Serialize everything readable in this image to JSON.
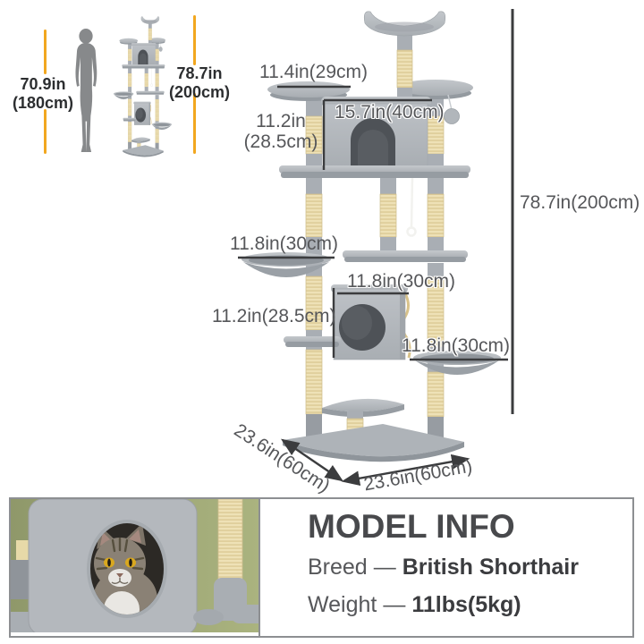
{
  "comparison": {
    "human_height_line1": "70.9in",
    "human_height_line2": "(180cm)",
    "tree_height_line1": "78.7in",
    "tree_height_line2": "(200cm)"
  },
  "diagram": {
    "labels": {
      "top_perch_width": "11.4in(29cm)",
      "upper_house_height_l1": "11.2in",
      "upper_house_height_l2": "(28.5cm)",
      "upper_house_width": "15.7in(40cm)",
      "total_height": "78.7in(200cm)",
      "left_hammock_width": "11.8in(30cm)",
      "mid_platform_width": "11.8in(30cm)",
      "lower_house_height": "11.2in(28.5cm)",
      "right_basket_width": "11.8in(30cm)",
      "base_depth": "23.6in(60cm)",
      "base_width": "23.6in(60cm)"
    }
  },
  "model_info": {
    "title": "MODEL INFO",
    "rows": [
      {
        "label": "Breed",
        "dash": "—",
        "value": "British Shorthair"
      },
      {
        "label": "Weight",
        "dash": "—",
        "value": "11lbs(5kg)"
      }
    ]
  },
  "colors": {
    "accent_yellow": "#f2a71f",
    "dimension_line": "#3b3c3e",
    "dimension_text": "#56575a",
    "plush_grey": "#b5b9be",
    "sisal": "#ecdfb4",
    "photo_background_green": "#9da671",
    "panel_border": "#8d8f92"
  }
}
